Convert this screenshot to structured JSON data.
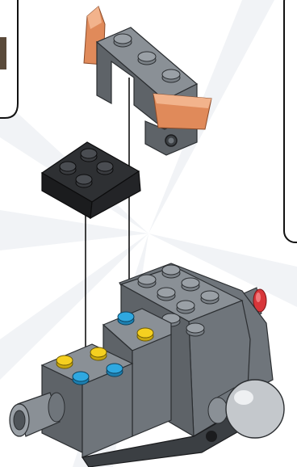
{
  "page": {
    "background": "#ffffff",
    "ray_color": "#eef0f3"
  },
  "callouts": [
    {
      "name": "left-callout-panel",
      "content": ""
    },
    {
      "name": "right-callout-panel",
      "content": ""
    }
  ],
  "colors": {
    "dark_gray": "#4f5459",
    "gray_top": "#8a9096",
    "gray_side": "#6f757b",
    "gray_front": "#5e6368",
    "black_brick": "#1b1c1e",
    "black_top": "#2e3033",
    "orange": "#e08a5a",
    "orange_light": "#f2b38c",
    "yellow_stud": "#f5d020",
    "blue_stud": "#2fa8e0",
    "red_cap": "#d8363a",
    "light_gray_ball": "#c4c8cc",
    "guide_line": "#111111"
  },
  "parts": [
    "gray-bracket-with-orange-tabs",
    "black-slope-brick-2x2",
    "gray-engine-assembly",
    "ball-joint",
    "pin-connector"
  ]
}
